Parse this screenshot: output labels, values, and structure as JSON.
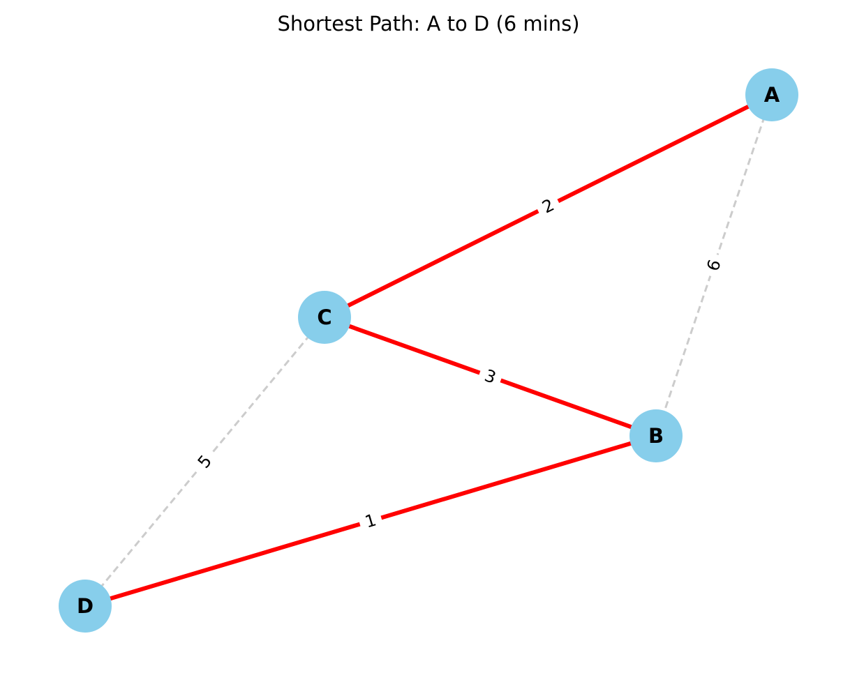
{
  "title": "Shortest Path: A to D (6 mins)",
  "colors": {
    "node_fill": "#87CEEB",
    "path_edge": "#FF0000",
    "other_edge": "#CCCCCC",
    "label_background": "#FFFFFF",
    "text": "#000000"
  },
  "nodes": [
    {
      "id": "A",
      "label": "A"
    },
    {
      "id": "B",
      "label": "B"
    },
    {
      "id": "C",
      "label": "C"
    },
    {
      "id": "D",
      "label": "D"
    }
  ],
  "edges": [
    {
      "from": "A",
      "to": "B",
      "weight": "6",
      "on_path": false
    },
    {
      "from": "C",
      "to": "D",
      "weight": "5",
      "on_path": false
    },
    {
      "from": "A",
      "to": "C",
      "weight": "2",
      "on_path": true
    },
    {
      "from": "C",
      "to": "B",
      "weight": "3",
      "on_path": true
    },
    {
      "from": "B",
      "to": "D",
      "weight": "1",
      "on_path": true
    }
  ],
  "path": [
    "A",
    "C",
    "B",
    "D"
  ]
}
